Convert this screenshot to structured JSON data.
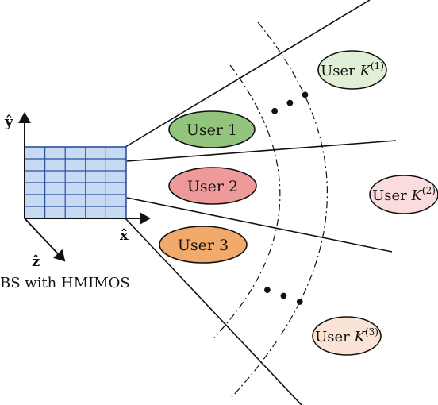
{
  "bs": {
    "label": "BS with HMIMOS",
    "panel_color": "#c6daf4",
    "grid_color": "#2c4f9e",
    "rows": 6,
    "cols": 5
  },
  "axes": {
    "x": "x̂",
    "y": "ŷ",
    "z": "ẑ"
  },
  "ellipsis": "•  •  •",
  "users": [
    {
      "id": "u1",
      "text": "User 1",
      "fill": "#93c47d",
      "stroke": "#111111"
    },
    {
      "id": "u2",
      "text": "User 2",
      "fill": "#ef9a9a",
      "stroke": "#111111"
    },
    {
      "id": "u3",
      "text": "User 3",
      "fill": "#f1a96c",
      "stroke": "#111111"
    },
    {
      "id": "uk1",
      "text": "User ",
      "var": "K",
      "sup": "(1)",
      "fill": "#e1efd7",
      "stroke": "#111111"
    },
    {
      "id": "uk2",
      "text": "User ",
      "var": "K",
      "sup": "(2)",
      "fill": "#fadcdc",
      "stroke": "#111111"
    },
    {
      "id": "uk3",
      "text": "User ",
      "var": "K",
      "sup": "(3)",
      "fill": "#fbe4d6",
      "stroke": "#111111"
    }
  ]
}
